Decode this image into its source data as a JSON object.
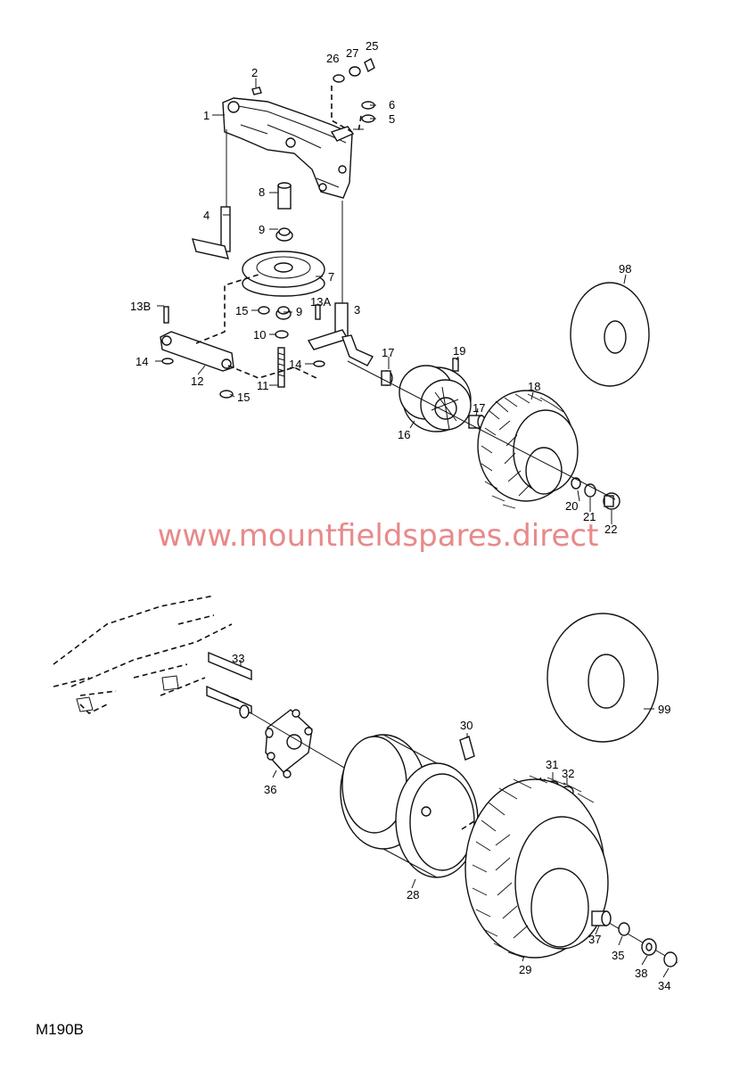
{
  "watermark": "www.mountfieldspares.direct",
  "diagram_code": "M190B",
  "labels": [
    "1",
    "2",
    "3",
    "4",
    "5",
    "6",
    "7",
    "8",
    "9",
    "9",
    "10",
    "11",
    "12",
    "13A",
    "13B",
    "14",
    "14",
    "15",
    "15",
    "16",
    "17",
    "17",
    "18",
    "19",
    "20",
    "21",
    "22",
    "25",
    "26",
    "27",
    "28",
    "29",
    "30",
    "31",
    "32",
    "33",
    "34",
    "35",
    "36",
    "37",
    "38",
    "98",
    "99"
  ]
}
